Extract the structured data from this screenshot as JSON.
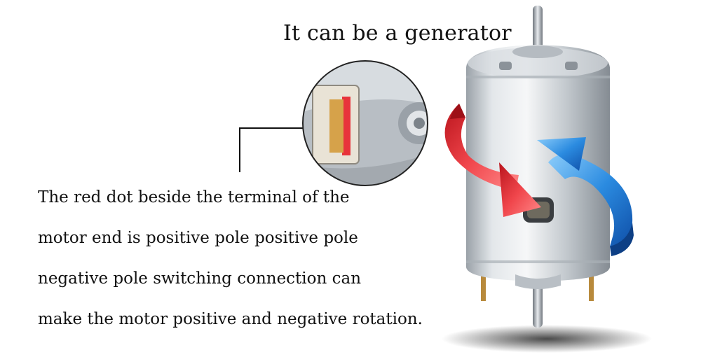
{
  "title": "It can be a generator",
  "description_lines": [
    "The red dot beside the terminal of the",
    "motor end is positive pole positive pole",
    "negative pole switching connection can",
    "make the motor positive and negative rotation."
  ],
  "colors": {
    "arrow_red": "#e8333b",
    "arrow_blue": "#2b8be0",
    "motor_silver": "#c9ced3",
    "terminal_gold": "#d6a24a"
  },
  "icons": {
    "rotation_forward": "red-curved-arrow-icon",
    "rotation_reverse": "blue-curved-arrow-icon"
  }
}
